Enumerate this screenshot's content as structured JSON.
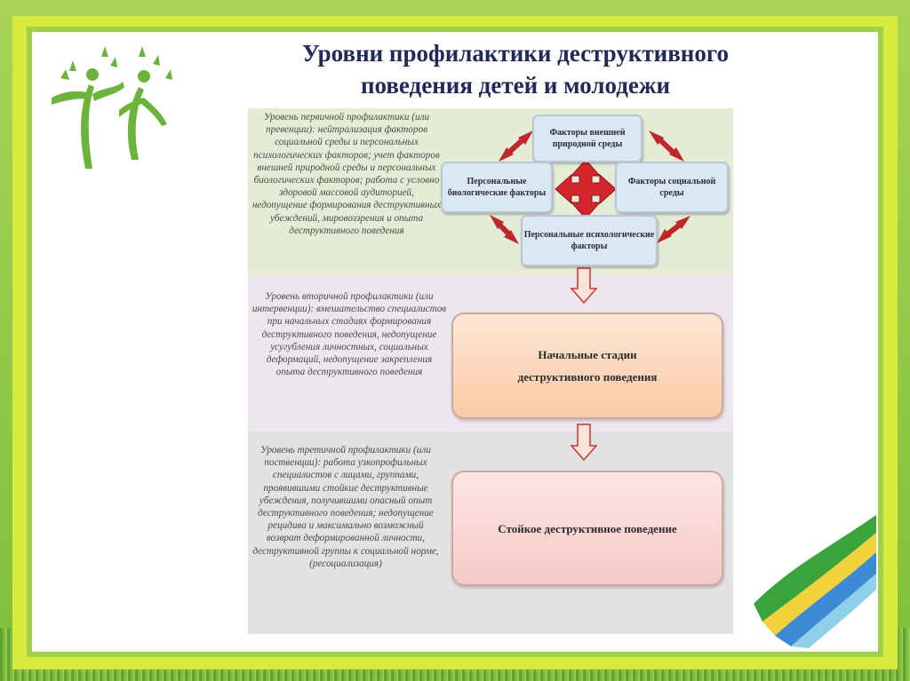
{
  "title": {
    "line1": "Уровни профилактики деструктивного",
    "line2": "поведения детей и молодежи"
  },
  "levels": {
    "primary": "Уровень первичной профилактики (или превенции): нейтрализация факторов социальной среды и персональных психологических факторов; учет факторов внешней природной среды и персональных биологических факторов; работа с условно здоровой массовой аудиторией, недопущение формирования деструктивных убеждений, мировоззрения и опыта деструктивного поведения",
    "secondary": "Уровень вторичной профилактики (или интервенции): вмешательство специалистов при начальных стадиях формирования деструктивного поведения, недопущение усугубления личностных, социальных деформаций, недопущение закрепления опыта деструктивного поведения",
    "tertiary": "Уровень третичной профилактики (или поственции): работа узкопрофильных специалистов с лицами, группами, проявившими стойкие деструктивные убеждения, получившими опасный опыт деструктивного поведения; недопущение рецидива и максимально возможный возврат деформированной личности, деструктивной группы к социальной норме, (ресоциализация)"
  },
  "factors": {
    "natural": "Факторы внешней природной среды",
    "biological": "Персональные биологические факторы",
    "social": "Факторы социальной среды",
    "psychological": "Персональные психологические факторы"
  },
  "stages": {
    "initial_line1": "Начальные стадии",
    "initial_line2": "деструктивного поведения",
    "persistent": "Стойкое деструктивное поведение"
  },
  "colors": {
    "arrow_red": "#d6262d",
    "frame_green": "#9fd04a",
    "title_navy": "#1f2a57"
  }
}
